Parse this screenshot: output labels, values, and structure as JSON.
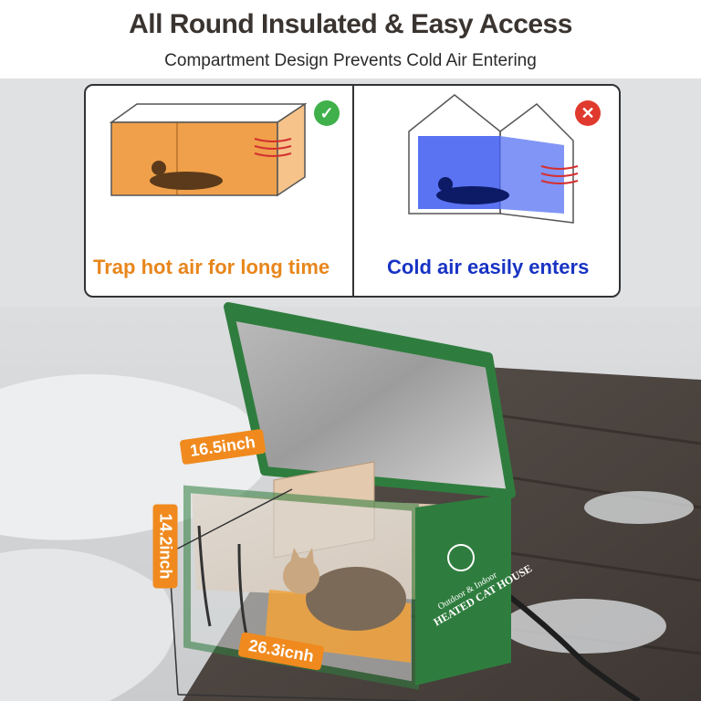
{
  "header": {
    "title": "All Round Insulated & Easy Access",
    "subtitle": "Compartment Design Prevents Cold Air Entering"
  },
  "comparison": {
    "good_label": "Trap hot air for long time",
    "bad_label": "Cold air easily enters"
  },
  "dimensions": {
    "width": "16.5inch",
    "height": "14.2inch",
    "length": "26.3icnh"
  },
  "product": {
    "print_line_1": "Outdoor & Indoor",
    "print_line_2": "HEATED CAT HOUSE"
  },
  "colors": {
    "warm_accent": "#e8861c",
    "cold_accent": "#1833c4",
    "box_green": "#2f7d3e",
    "check_green": "#3fb04a",
    "cross_red": "#e03a2e"
  }
}
